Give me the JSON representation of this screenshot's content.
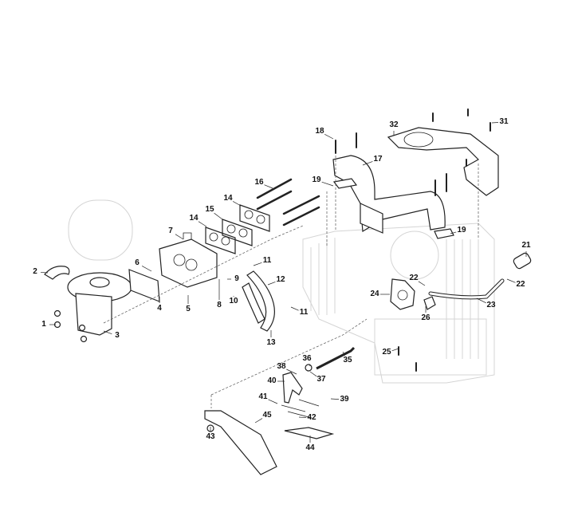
{
  "diagram": {
    "title": "Carburettor, intake manifold and fuel pump exploded parts view",
    "labels": [
      {
        "id": "1",
        "text": "1"
      },
      {
        "id": "2",
        "text": "2"
      },
      {
        "id": "3",
        "text": "3"
      },
      {
        "id": "4",
        "text": "4"
      },
      {
        "id": "5",
        "text": "5"
      },
      {
        "id": "6",
        "text": "6"
      },
      {
        "id": "7",
        "text": "7"
      },
      {
        "id": "8",
        "text": "8"
      },
      {
        "id": "9",
        "text": "9"
      },
      {
        "id": "10",
        "text": "10"
      },
      {
        "id": "11a",
        "text": "11"
      },
      {
        "id": "11b",
        "text": "11"
      },
      {
        "id": "12",
        "text": "12"
      },
      {
        "id": "13",
        "text": "13"
      },
      {
        "id": "14a",
        "text": "14"
      },
      {
        "id": "14b",
        "text": "14"
      },
      {
        "id": "15",
        "text": "15"
      },
      {
        "id": "16",
        "text": "16"
      },
      {
        "id": "17",
        "text": "17"
      },
      {
        "id": "18",
        "text": "18"
      },
      {
        "id": "19a",
        "text": "19"
      },
      {
        "id": "19b",
        "text": "19"
      },
      {
        "id": "21",
        "text": "21"
      },
      {
        "id": "22a",
        "text": "22"
      },
      {
        "id": "22b",
        "text": "22"
      },
      {
        "id": "23",
        "text": "23"
      },
      {
        "id": "24",
        "text": "24"
      },
      {
        "id": "25",
        "text": "25"
      },
      {
        "id": "26",
        "text": "26"
      },
      {
        "id": "31",
        "text": "31"
      },
      {
        "id": "32",
        "text": "32"
      },
      {
        "id": "35",
        "text": "35"
      },
      {
        "id": "36",
        "text": "36"
      },
      {
        "id": "37",
        "text": "37"
      },
      {
        "id": "38",
        "text": "38"
      },
      {
        "id": "39",
        "text": "39"
      },
      {
        "id": "40",
        "text": "40"
      },
      {
        "id": "41",
        "text": "41"
      },
      {
        "id": "42",
        "text": "42"
      },
      {
        "id": "43",
        "text": "43"
      },
      {
        "id": "44",
        "text": "44"
      },
      {
        "id": "45",
        "text": "45"
      }
    ]
  }
}
